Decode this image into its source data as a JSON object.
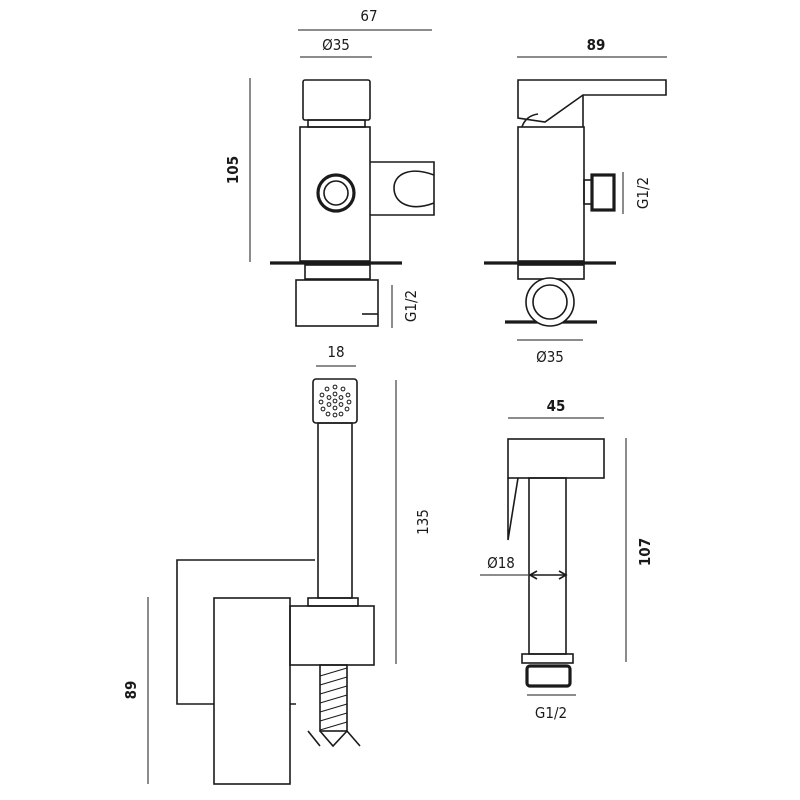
{
  "front_view": {
    "width_dim": "67",
    "diameter_dim": "Ø35",
    "height_dim": "105",
    "thread_dim": "G1/2"
  },
  "side_view": {
    "width_dim": "89",
    "thread_dim": "G1/2",
    "diameter_dim": "Ø35"
  },
  "hand_shower_view": {
    "width_dim": "18",
    "length_dim": "135",
    "depth_dim": "89"
  },
  "shower_side_view": {
    "width_dim": "45",
    "height_dim": "107",
    "diameter_dim": "Ø18",
    "thread_dim": "G1/2"
  }
}
